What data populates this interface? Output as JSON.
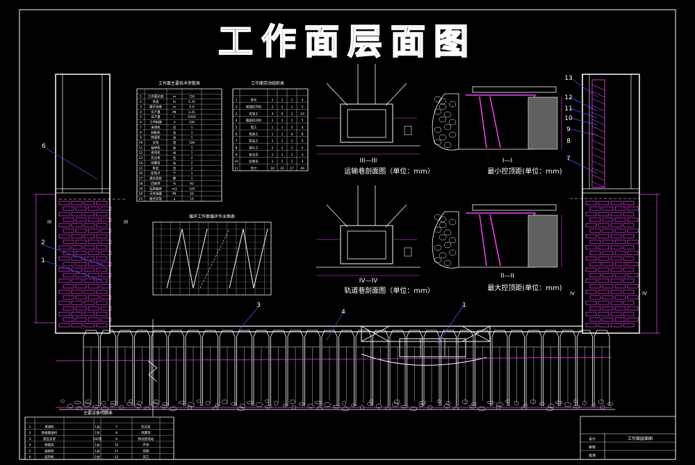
{
  "title": "工作面层面图",
  "labels": {
    "haulage_roadway": "运输巷剖面图（单位：mm）",
    "track_roadway": "轨道巷剖面图（单位：mm）",
    "min_roof_control": "最小控顶距(单位：mm)",
    "max_roof_control": "最大控顶距(单位：mm)",
    "sec_iii_iii": "III—III",
    "sec_iv_iv": "IV—IV",
    "sec_i_i": "I—I",
    "sec_ii_ii": "II—II",
    "roman_iii": "III",
    "roman_iv": "IV"
  },
  "tables": {
    "tech_params": {
      "title": "工作面主要技术参数表",
      "rows": [
        [
          "1",
          "工作面长度",
          "m",
          "150",
          ""
        ],
        [
          "2",
          "采高",
          "m",
          "4.35",
          ""
        ],
        [
          "3",
          "循环进度",
          "m",
          "0.8",
          ""
        ],
        [
          "4",
          "年产量",
          "Mt",
          "3.45",
          ""
        ],
        [
          "5",
          "日产量",
          "t",
          "5000",
          ""
        ],
        [
          "6",
          "工作制度",
          "d",
          "330",
          ""
        ],
        [
          "7",
          "采煤机",
          "台",
          "1",
          ""
        ],
        [
          "8",
          "刮板机",
          "台",
          "1",
          ""
        ],
        [
          "9",
          "转载机",
          "台",
          "1",
          ""
        ],
        [
          "10",
          "支架",
          "架",
          "100",
          ""
        ],
        [
          "11",
          "破碎机",
          "台",
          "1",
          ""
        ],
        [
          "12",
          "皮带机",
          "台",
          "1",
          ""
        ],
        [
          "13",
          "乳化泵",
          "台",
          "2",
          ""
        ],
        [
          "14",
          "喷雾泵",
          "台",
          "2",
          ""
        ],
        [
          "15",
          "移变",
          "台",
          "2",
          ""
        ],
        [
          "16",
          "配电点",
          "个",
          "1",
          ""
        ],
        [
          "17",
          "通信系统",
          "套",
          "1",
          ""
        ],
        [
          "18",
          "回采率",
          "%",
          "93",
          ""
        ],
        [
          "19",
          "瓦斯抽采",
          "m3",
          "120",
          ""
        ],
        [
          "20",
          "可采储量",
          "Mt",
          "50",
          ""
        ],
        [
          "21",
          "服务年限",
          "a",
          "14",
          ""
        ]
      ]
    },
    "staffing": {
      "title": "工作面劳动组织表",
      "rows": [
        [
          "1",
          "班长",
          "1",
          "1",
          "1",
          "3"
        ],
        [
          "2",
          "采煤机司机",
          "2",
          "2",
          "1",
          "5"
        ],
        [
          "3",
          "支架工",
          "4",
          "4",
          "2",
          "10"
        ],
        [
          "4",
          "输送机司机",
          "2",
          "2",
          "1",
          "5"
        ],
        [
          "5",
          "电工",
          "1",
          "1",
          "2",
          "4"
        ],
        [
          "6",
          "检修工",
          "1",
          "1",
          "6",
          "8"
        ],
        [
          "7",
          "泵站工",
          "1",
          "1",
          "1",
          "3"
        ],
        [
          "8",
          "端头工",
          "2",
          "2",
          "1",
          "5"
        ],
        [
          "9",
          "安全员",
          "1",
          "1",
          "1",
          "3"
        ],
        [
          "10",
          "验收员",
          "1",
          "1",
          "1",
          "3"
        ],
        [
          "11",
          "合计",
          "16",
          "16",
          "17",
          "49"
        ]
      ]
    },
    "cycle": {
      "title": "循环工作面循环作业图表"
    },
    "equipment": {
      "title": "主要设备明细表",
      "rows": [
        [
          "1",
          "采煤机",
          "",
          "1台",
          "7",
          "乳化泵",
          "",
          "2台"
        ],
        [
          "2",
          "刮板输送机",
          "",
          "1台",
          "8",
          "喷雾泵",
          "",
          "2台"
        ],
        [
          "3",
          "液压支架",
          "",
          "100架",
          "9",
          "移动变电站",
          "",
          "2台"
        ],
        [
          "4",
          "转载机",
          "",
          "1台",
          "10",
          "开关",
          "",
          "8台"
        ],
        [
          "5",
          "破碎机",
          "",
          "1台",
          "11",
          "照明",
          "",
          "1套"
        ],
        [
          "6",
          "皮带机",
          "",
          "1台",
          "12",
          "其它",
          "",
          "1套"
        ]
      ]
    },
    "title_block": {
      "name": "工作面层面图",
      "rows": [
        "设计",
        "审核",
        "批准"
      ]
    }
  },
  "numbers": {
    "left_roof": [
      "6",
      "2",
      "1"
    ],
    "right_roof": [
      "13",
      "12",
      "11",
      "10",
      "9",
      "8",
      "7"
    ],
    "bottom": [
      "3",
      "4",
      "1"
    ]
  },
  "colors": {
    "bg": "#000000",
    "line": "#ffffff",
    "accent": "#ff40ff",
    "grey": "#606060",
    "blue": "#4060ff",
    "yellow": "#ffff00"
  }
}
